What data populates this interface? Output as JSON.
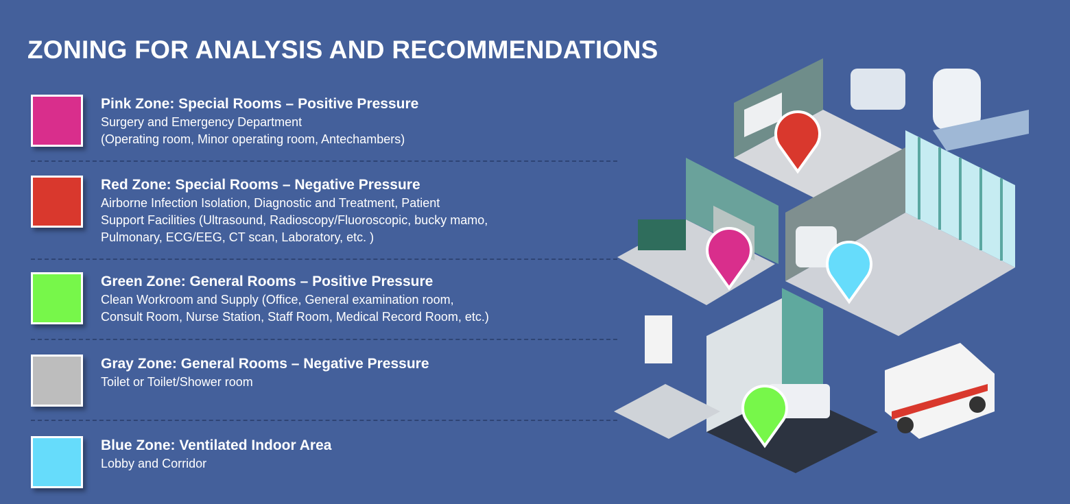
{
  "title": "ZONING FOR ANALYSIS AND RECOMMENDATIONS",
  "zones": [
    {
      "title": "Pink Zone: Special Rooms – Positive Pressure",
      "lines": [
        "Surgery and Emergency Department",
        "(Operating room, Minor operating room, Antechambers)"
      ],
      "color": "#d92e8c"
    },
    {
      "title": "Red Zone: Special Rooms – Negative Pressure",
      "lines": [
        "Airborne Infection Isolation, Diagnostic and Treatment, Patient",
        "Support Facilities (Ultrasound, Radioscopy/Fluoroscopic, bucky mamo,",
        "Pulmonary, ECG/EEG, CT scan, Laboratory, etc. )"
      ],
      "color": "#d9382d"
    },
    {
      "title": "Green Zone: General Rooms – Positive Pressure",
      "lines": [
        "Clean Workroom and Supply (Office, General examination room,",
        "Consult Room, Nurse Station, Staff Room, Medical Record Room, etc.)"
      ],
      "color": "#77f74a"
    },
    {
      "title": "Gray Zone: General Rooms – Negative Pressure",
      "lines": [
        "Toilet or Toilet/Shower room"
      ],
      "color": "#bdbdbd"
    },
    {
      "title": "Blue Zone: Ventilated Indoor Area",
      "lines": [
        "Lobby and Corridor"
      ],
      "color": "#66dcfb"
    }
  ],
  "colors": {
    "background": "#44609b",
    "divider": "#2e4474"
  }
}
